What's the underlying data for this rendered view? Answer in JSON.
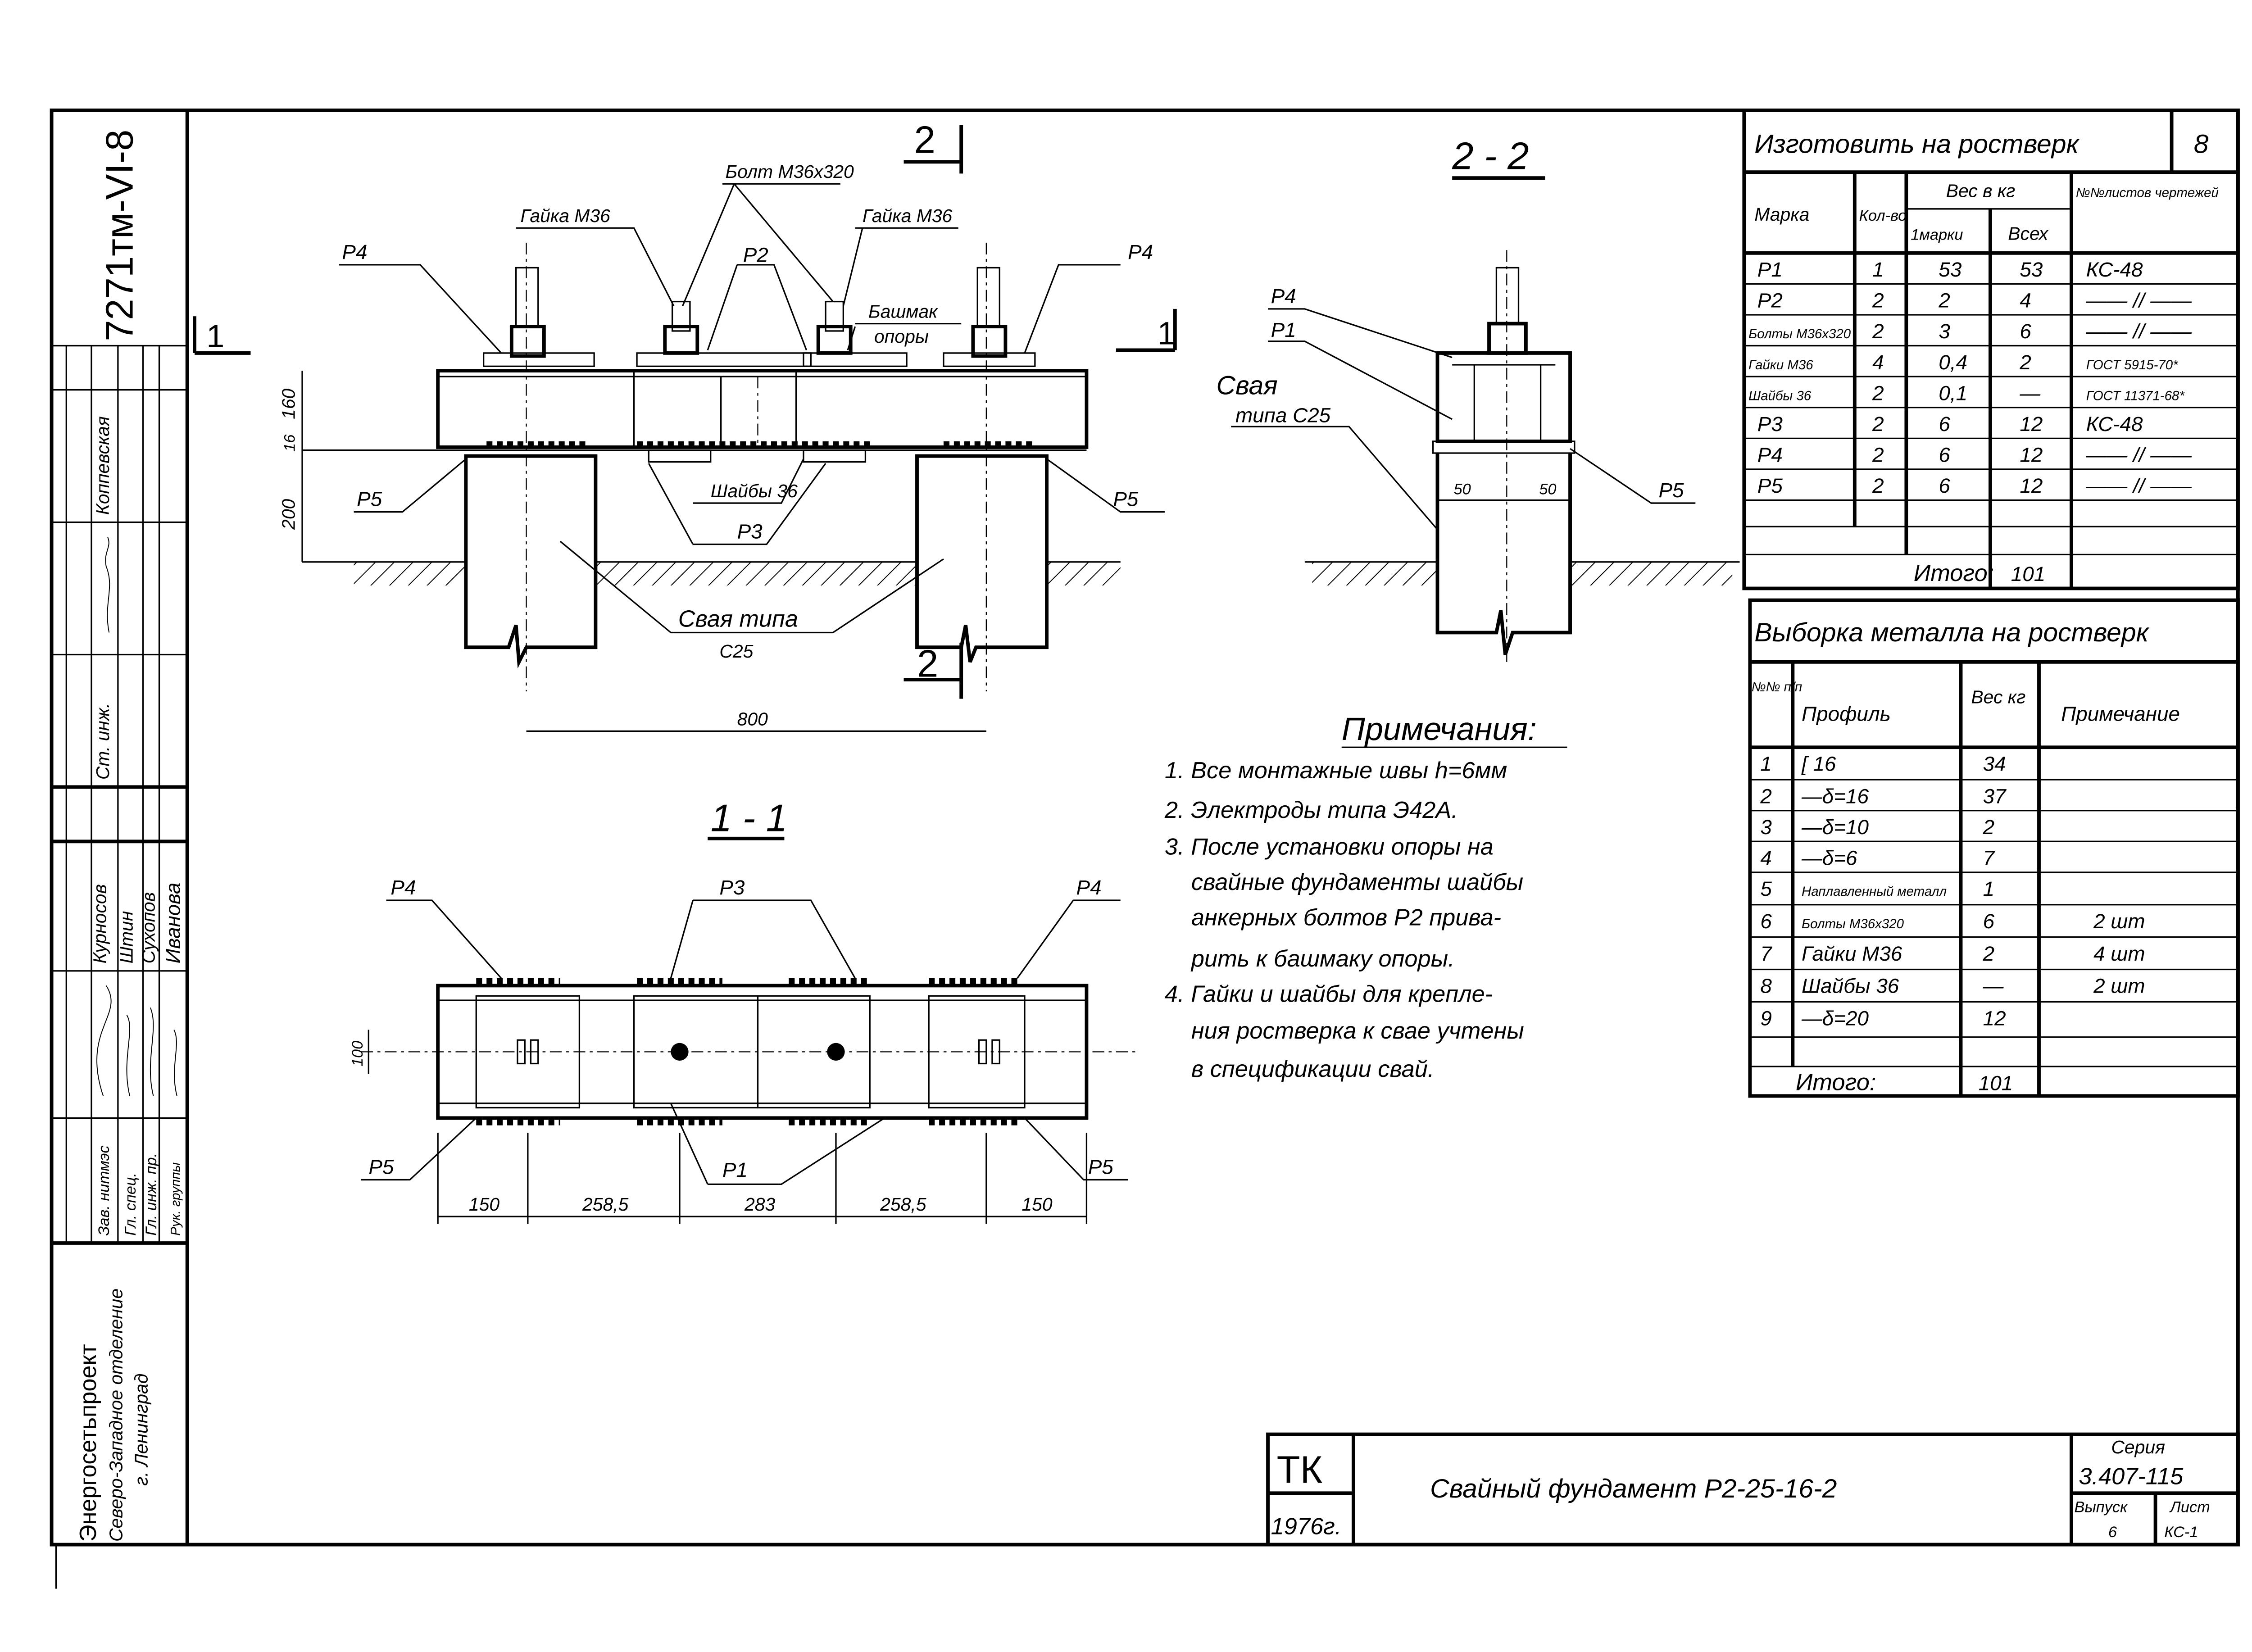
{
  "stamp": {
    "doc_code": "7271тм-VI-8",
    "person_top": "Коппевская",
    "role_senior": "Ст. инж.",
    "names": [
      "Курносов",
      "Штин",
      "Сухопов",
      "Иванова"
    ],
    "roles": [
      "Зав. нитмэс",
      "Гл. спец.",
      "Гл. инж. пр.",
      "Рук. группы"
    ],
    "org": [
      "Энергосетьпроект",
      "Северо-Западное отделение",
      "г. Ленинград"
    ]
  },
  "elevation": {
    "section_mark_1": "1",
    "section_mark_2": "2",
    "labels": {
      "bolt": "Болт М36х320",
      "nut_left": "Гайка М36",
      "nut_right": "Гайка М36",
      "p4_left": "Р4",
      "p4_right": "Р4",
      "p2": "Р2",
      "shoe": "Башмак",
      "shoe2": "опоры",
      "washers": "Шайбы 36",
      "p5_left": "Р5",
      "p5_right": "Р5",
      "p3": "Р3",
      "pile": "Свая типа",
      "pile_type": "С25"
    },
    "dims": {
      "h1": "160",
      "h2": "16",
      "h3": "200",
      "span": "800"
    }
  },
  "section22": {
    "title": "2 - 2",
    "labels": {
      "p4": "Р4",
      "p1": "Р1",
      "pile": "Свая",
      "pile_type": "типа С25",
      "p5": "Р5"
    },
    "dims": [
      "50",
      "50"
    ]
  },
  "section11": {
    "title": "1 - 1",
    "labels": {
      "p4_left": "Р4",
      "p3": "Р3",
      "p4_right": "Р4",
      "p5_left": "Р5",
      "p1": "Р1",
      "p5_right": "Р5"
    },
    "dims": {
      "width": "100",
      "chain": [
        "150",
        "258,5",
        "283",
        "258,5",
        "150"
      ]
    }
  },
  "notes": {
    "title": "Примечания:",
    "lines": [
      "1.  Все монтажные швы h=6мм",
      "2.  Электроды типа Э42А.",
      "3.  После установки опоры на",
      "свайные фундаменты шайбы",
      "анкерных болтов Р2 прива-",
      "рить к башмаку опоры.",
      "4. Гайки и шайбы для крепле-",
      "ния ростверка к свае учтены",
      "в спецификации свай."
    ]
  },
  "table_make": {
    "title": "Изготовить на ростверк",
    "count": "8",
    "headers": {
      "mark": "Марка",
      "qty": "Кол-во",
      "weight": "Вес в кг",
      "per_mark": "1марки",
      "total": "Всех",
      "sheets": "№№листов чертежей"
    },
    "rows": [
      [
        "Р1",
        "1",
        "53",
        "53",
        "КС-48"
      ],
      [
        "Р2",
        "2",
        "2",
        "4",
        "—— // ——"
      ],
      [
        "Болты М36х320",
        "2",
        "3",
        "6",
        "—— // ——"
      ],
      [
        "Гайки М36",
        "4",
        "0,4",
        "2",
        "ГОСТ 5915-70*"
      ],
      [
        "Шайбы 36",
        "2",
        "0,1",
        "—",
        "ГОСТ 11371-68*"
      ],
      [
        "Р3",
        "2",
        "6",
        "12",
        "КС-48"
      ],
      [
        "Р4",
        "2",
        "6",
        "12",
        "—— // ——"
      ],
      [
        "Р5",
        "2",
        "6",
        "12",
        "—— // ——"
      ]
    ],
    "total_label": "Итого:",
    "total_value": "101"
  },
  "table_metal": {
    "title": "Выборка металла на ростверк",
    "headers": {
      "num": "№№ п/п",
      "profile": "Профиль",
      "weight": "Вес кг",
      "note": "Примечание"
    },
    "rows": [
      [
        "1",
        "[ 16",
        "34",
        ""
      ],
      [
        "2",
        "—δ=16",
        "37",
        ""
      ],
      [
        "3",
        "—δ=10",
        "2",
        ""
      ],
      [
        "4",
        "—δ=6",
        "7",
        ""
      ],
      [
        "5",
        "Наплавленный металл",
        "1",
        ""
      ],
      [
        "6",
        "Болты М36х320",
        "6",
        "2 шт"
      ],
      [
        "7",
        "Гайки М36",
        "2",
        "4 шт"
      ],
      [
        "8",
        "Шайбы 36",
        "—",
        "2 шт"
      ],
      [
        "9",
        "—δ=20",
        "12",
        ""
      ]
    ],
    "total_label": "Итого:",
    "total_value": "101"
  },
  "title_block": {
    "org_mark": "ТК",
    "year": "1976г.",
    "title": "Свайный фундамент Р2-25-16-2",
    "series_label": "Серия",
    "series": "3.407-115",
    "issue_label": "Выпуск",
    "issue": "6",
    "sheet_label": "Лист",
    "sheet": "КС-1"
  }
}
